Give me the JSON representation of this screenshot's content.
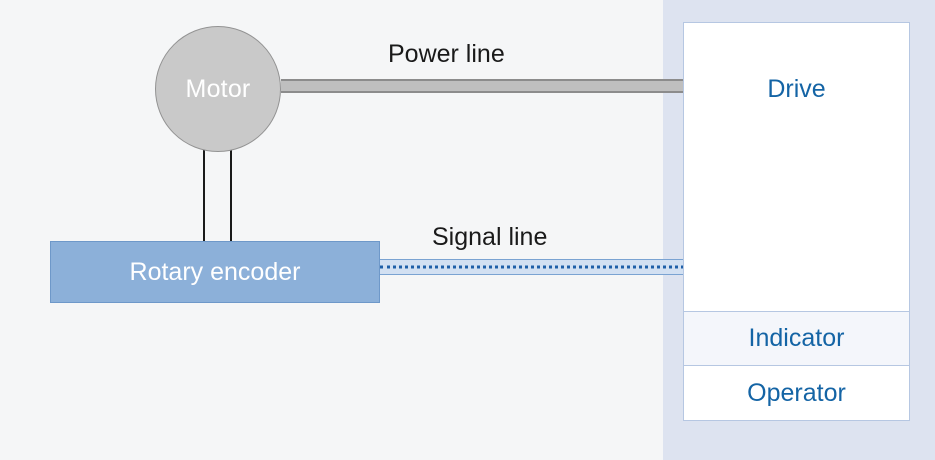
{
  "diagram": {
    "title": "Motor / rotary encoder / drive system diagram",
    "background_color": "#f5f6f7",
    "panel_color": "#dde3f0",
    "accent_color": "#1464a5"
  },
  "nodes": {
    "motor": {
      "label": "Motor",
      "shape": "circle",
      "fill": "#c9c9c9",
      "stroke": "#939393",
      "text_color": "#ffffff"
    },
    "encoder": {
      "label": "Rotary encoder",
      "shape": "rectangle",
      "fill": "#8cb0d9",
      "stroke": "#6e98c9",
      "text_color": "#ffffff"
    },
    "drive": {
      "label": "Drive",
      "shape": "rectangle",
      "fill": "#ffffff",
      "stroke": "#b6c7e2",
      "text_color": "#1464a5"
    },
    "indicator": {
      "label": "Indicator",
      "shape": "rectangle",
      "fill": "#f4f6fb",
      "stroke": "#b6c7e2",
      "text_color": "#1464a5"
    },
    "operator": {
      "label": "Operator",
      "shape": "rectangle",
      "fill": "#ffffff",
      "stroke": "#b6c7e2",
      "text_color": "#1464a5"
    }
  },
  "connections": {
    "power_line": {
      "label": "Power line",
      "from": "motor",
      "to": "drive",
      "style": "thick-solid-bar",
      "color": "#bfbfbf",
      "stroke": "#8c8c8c"
    },
    "signal_line": {
      "label": "Signal line",
      "from": "encoder",
      "to": "drive",
      "style": "dotted-band",
      "color": "#d2e0f2",
      "stroke": "#7aa3d2",
      "dot_color": "#1f5fa8"
    },
    "shaft": {
      "label": "",
      "from": "motor",
      "to": "encoder",
      "style": "double-thin-line",
      "color": "#1a1a1a"
    }
  }
}
